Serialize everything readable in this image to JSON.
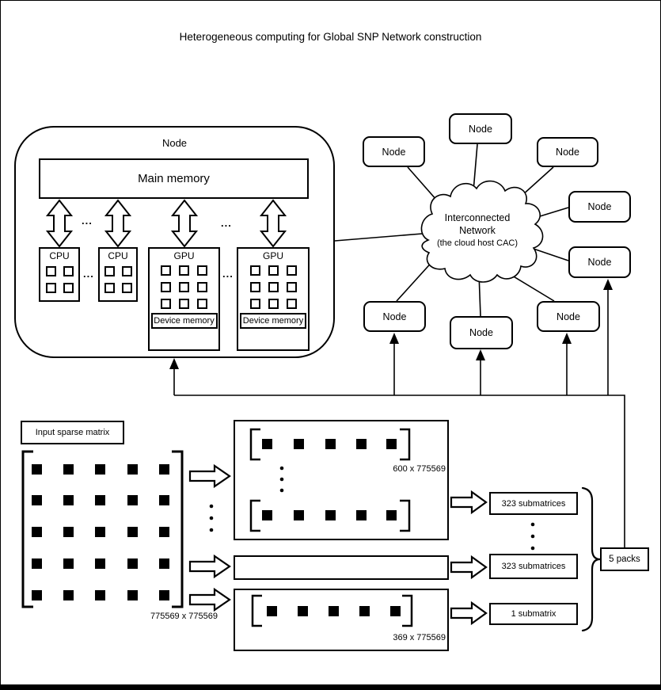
{
  "title": "Heterogeneous computing for Global SNP Network construction",
  "colors": {
    "ink": "#000000",
    "paper": "#ffffff"
  },
  "node_box": {
    "label": "Node",
    "main_memory": "Main memory",
    "ellipsis": "...",
    "processors": [
      {
        "type": "CPU"
      },
      {
        "type": "CPU"
      },
      {
        "type": "GPU",
        "memory": "Device memory"
      },
      {
        "type": "GPU",
        "memory": "Device memory"
      }
    ]
  },
  "network": {
    "cloud": {
      "line1": "Interconnected",
      "line2": "Network",
      "line3": "(the cloud host CAC)"
    },
    "nodes": [
      {
        "label": "Node"
      },
      {
        "label": "Node"
      },
      {
        "label": "Node"
      },
      {
        "label": "Node"
      },
      {
        "label": "Node"
      },
      {
        "label": "Node"
      },
      {
        "label": "Node"
      },
      {
        "label": "Node"
      }
    ]
  },
  "partition_flow": {
    "input_label": "Input sparse matrix",
    "input_dims": "775569 x 775569",
    "group_top_dims": "600 x 775569",
    "group_bottom_dims": "369 x 775569",
    "outputs": [
      {
        "label": "323 submatrices"
      },
      {
        "label": "323 submatrices"
      },
      {
        "label": "1 submatrix"
      }
    ],
    "packs_label": "5 packs"
  }
}
